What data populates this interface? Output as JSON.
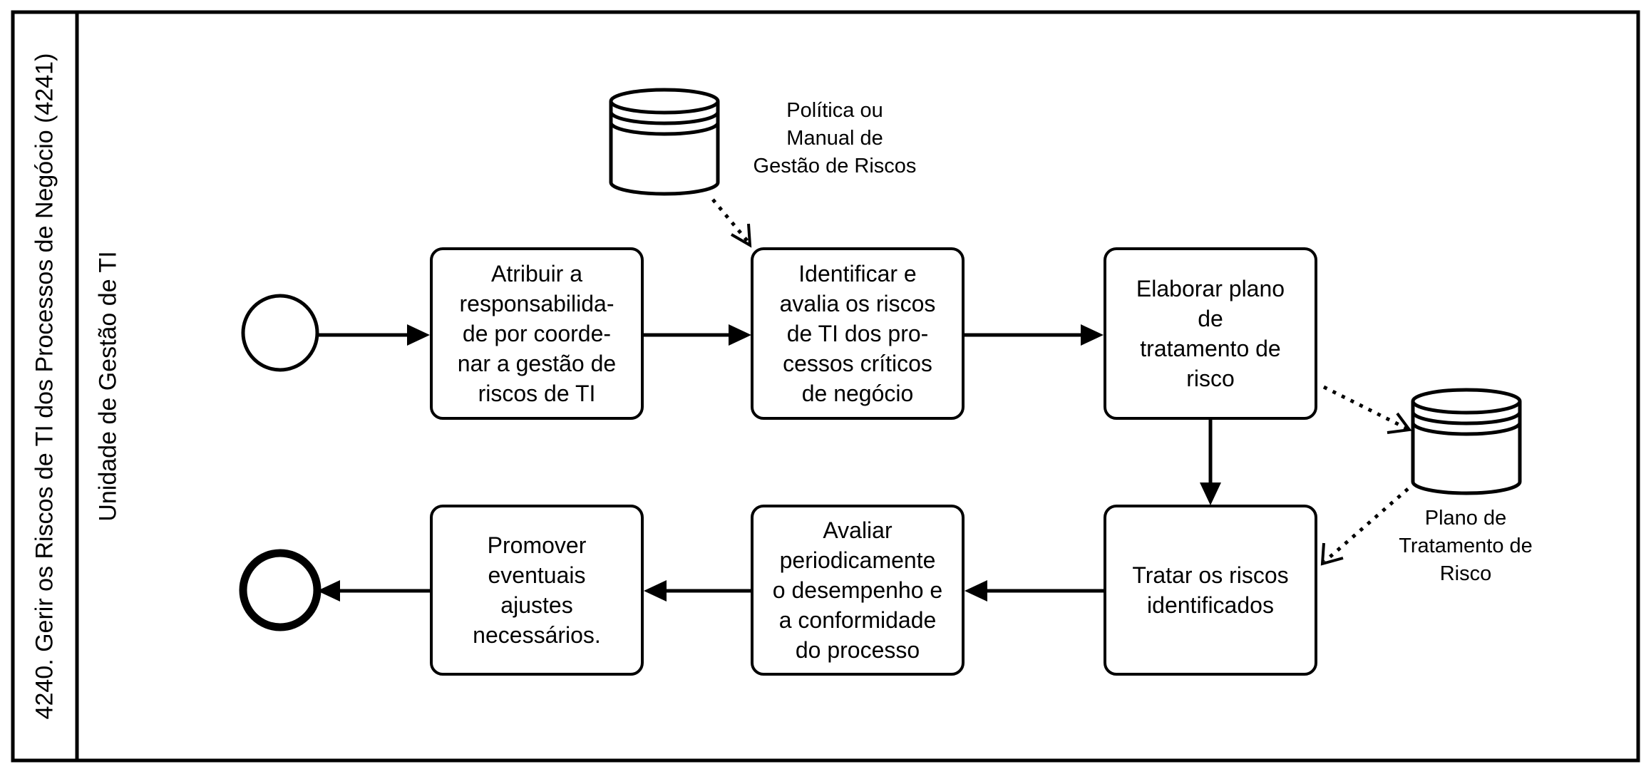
{
  "pool": {
    "title": "4240. Gerir os Riscos de TI dos Processos de Negócio (4241)"
  },
  "lane": {
    "title": "Unidade de Gestão de TI"
  },
  "tasks": [
    {
      "label": "Atribuir a\nresponsabilida-\nde por coorde-\nnar a gestão de\nriscos de TI"
    },
    {
      "label": "Identificar e\navalia os riscos\nde TI dos pro-\ncessos críticos\nde negócio"
    },
    {
      "label": "Elaborar plano\nde\ntratamento de\nrisco"
    },
    {
      "label": "Tratar os riscos\nidentificados"
    },
    {
      "label": "Avaliar\nperiodicamente\no desempenho e\na conformidade\ndo processo"
    },
    {
      "label": "Promover\neventuais\najustes\nnecessários."
    }
  ],
  "data_stores": [
    {
      "label": "Política ou\nManual de\nGestão de Riscos"
    },
    {
      "label": "Plano de\nTratamento de\nRisco"
    }
  ]
}
